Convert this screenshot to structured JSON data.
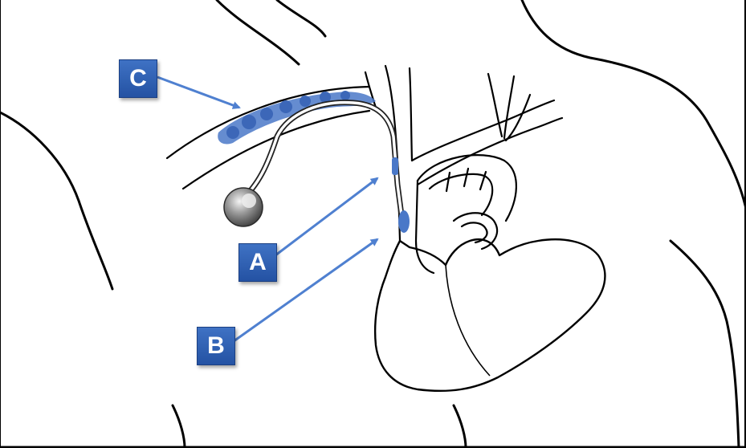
{
  "callouts": {
    "a": {
      "label": "A"
    },
    "b": {
      "label": "B"
    },
    "c": {
      "label": "C"
    }
  },
  "colors": {
    "outline": "#000000",
    "accent_blue": "#4a78c8",
    "arrow_blue": "#4f80d0",
    "label_box": "#2d5eb3",
    "label_text": "#ffffff",
    "device": "#6b6b6b"
  },
  "icons": {
    "pacemaker": "pulse-generator-icon"
  }
}
